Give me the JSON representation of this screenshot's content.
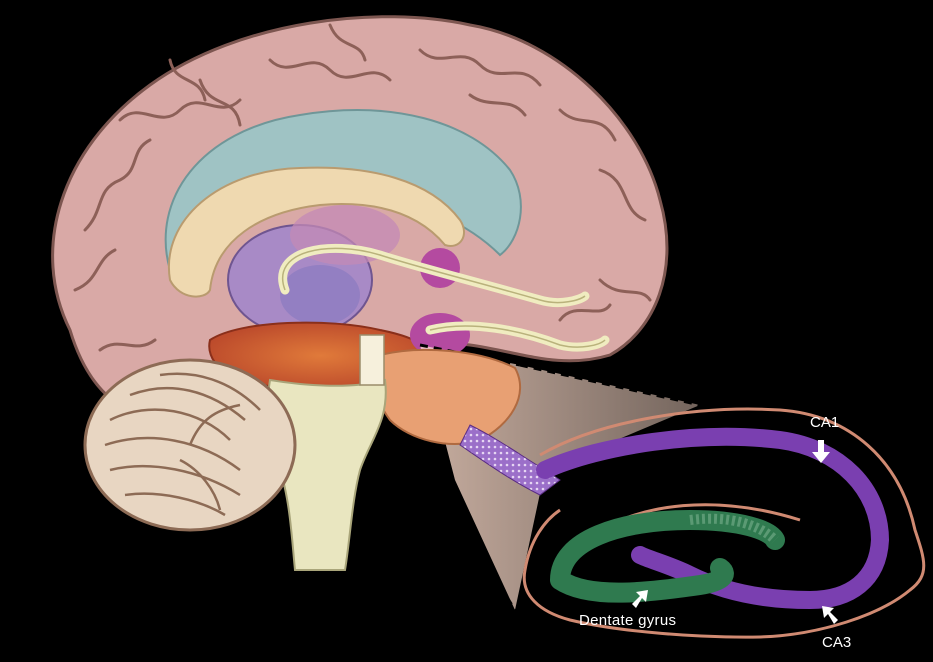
{
  "labels": {
    "ca1": "CA1",
    "dentate_gyrus": "Dentate gyrus",
    "ca3": "CA3"
  },
  "colors": {
    "background": "#000000",
    "cortex": "#d9a9a6",
    "cortex_outline": "#7d5650",
    "cingulate": "#9fc3c4",
    "corpus_callosum": "#efd9b0",
    "thalamus": "#a88ac6",
    "hypothalamus_brainstem_top": "#c4562c",
    "brainstem": "#e9e6c0",
    "cerebellum": "#e8d6c2",
    "pituitary_region": "#e8a073",
    "fornix": "#f0ecc0",
    "hippocampus_ca": "#7a3fb0",
    "dentate_gyrus": "#2f7a4f",
    "hippocampus_outline": "#d08a72",
    "zoom_cone": "#f7d7c6"
  }
}
